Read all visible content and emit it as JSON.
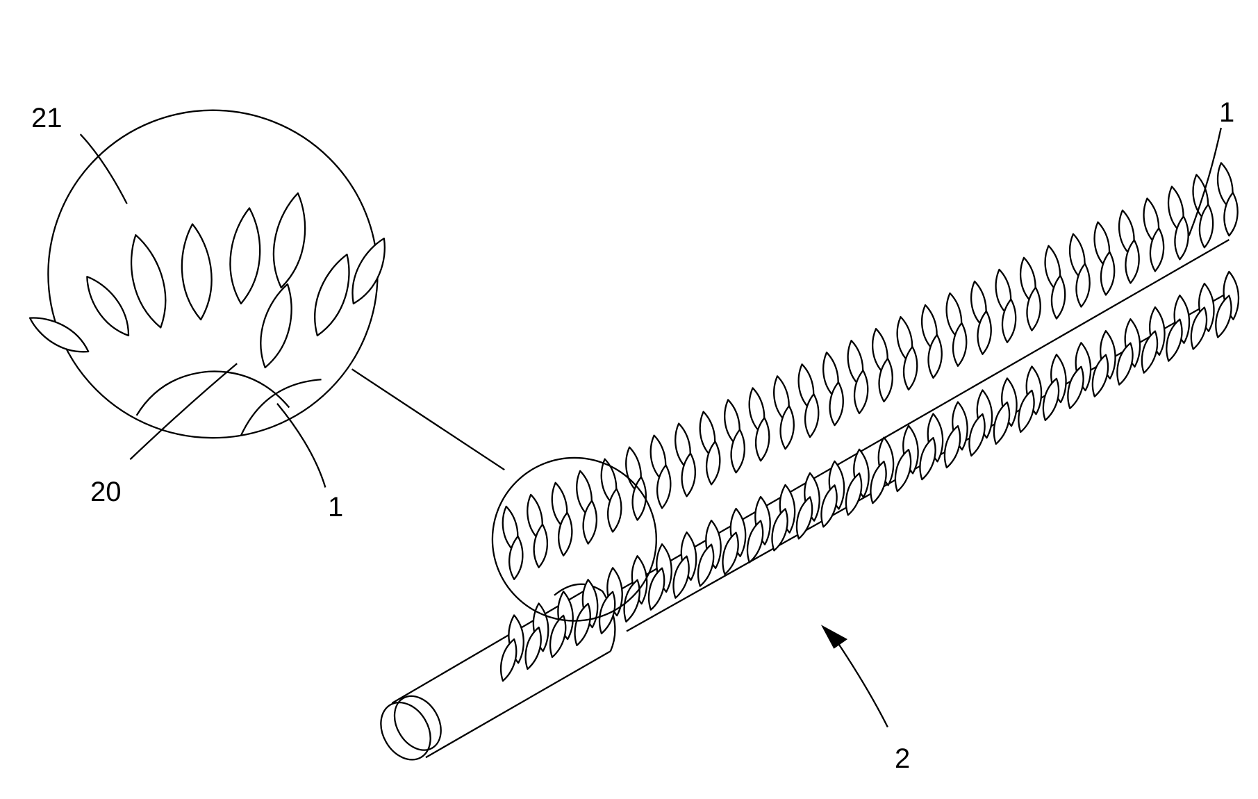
{
  "figure": {
    "reference_numerals": {
      "detail_tip": "21",
      "detail_base": "20",
      "detail_body": "1",
      "roller_end": "1",
      "roller_arrow": "2"
    },
    "colors": {
      "line": "#000000",
      "background": "#ffffff"
    }
  }
}
